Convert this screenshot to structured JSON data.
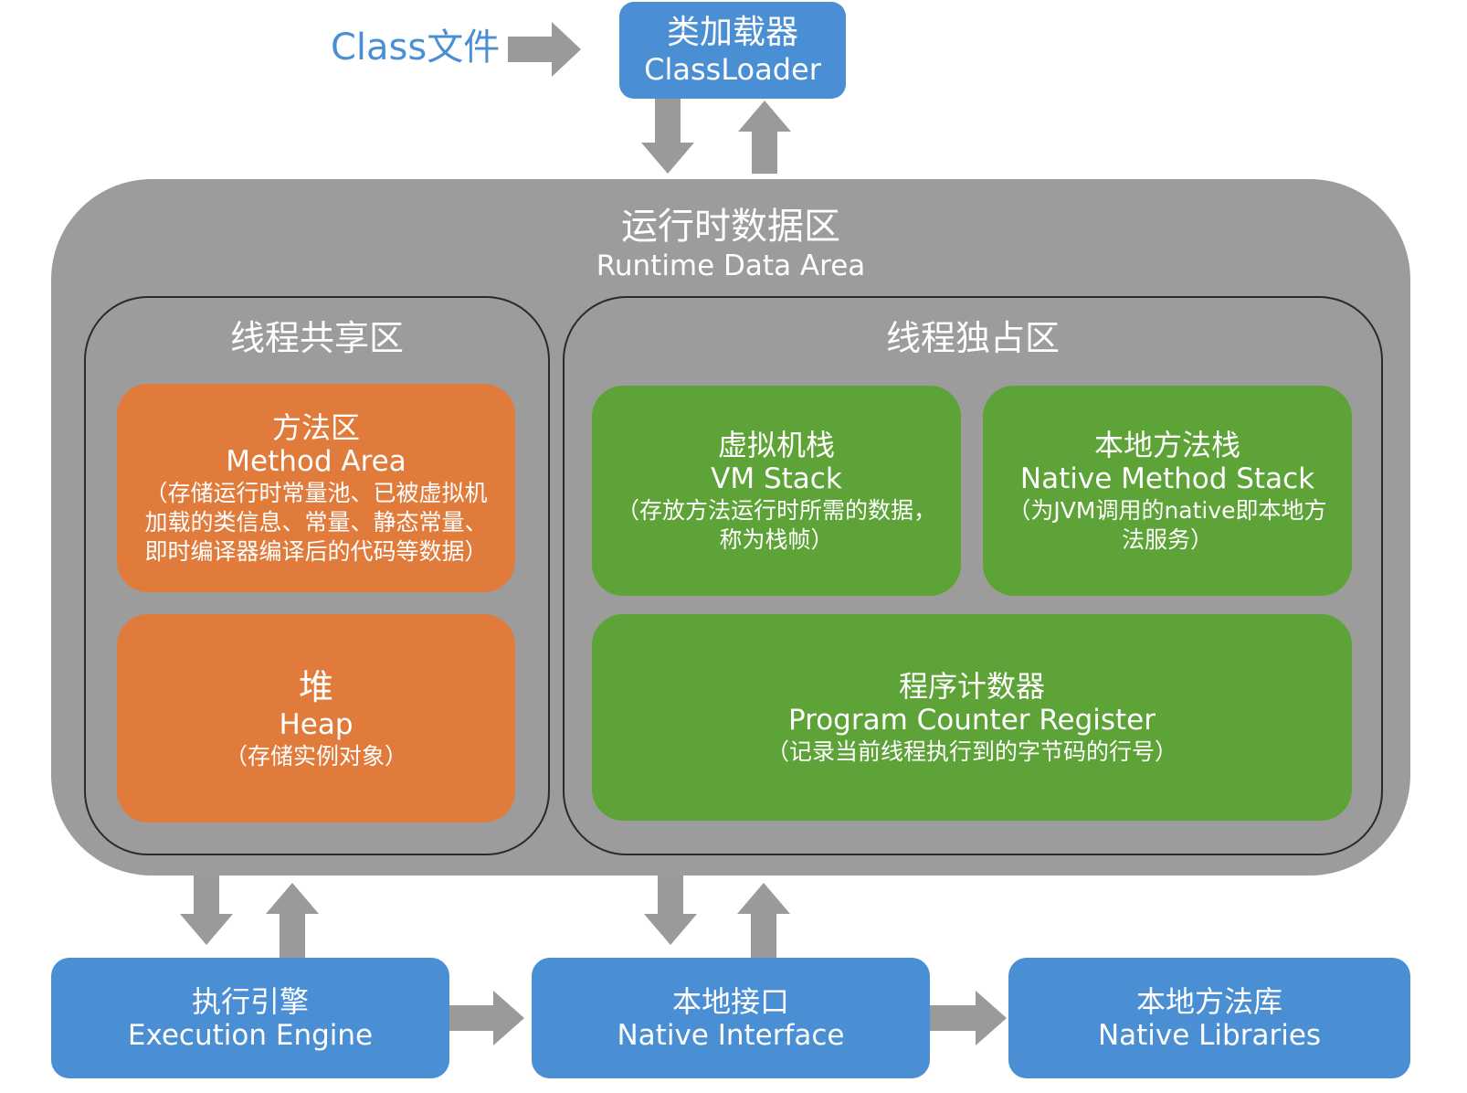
{
  "class_file": "Class文件",
  "class_loader": {
    "cn": "类加载器",
    "en": "ClassLoader"
  },
  "runtime_area": {
    "cn": "运行时数据区",
    "en": "Runtime Data Area"
  },
  "shared_region": {
    "title": "线程共享区"
  },
  "private_region": {
    "title": "线程独占区"
  },
  "method_area": {
    "cn": "方法区",
    "en": "Method Area",
    "desc": "（存储运行时常量池、已被虚拟机加载的类信息、常量、静态常量、即时编译器编译后的代码等数据）"
  },
  "heap": {
    "cn": "堆",
    "en": "Heap",
    "desc": "（存储实例对象）"
  },
  "vm_stack": {
    "cn": "虚拟机栈",
    "en": "VM Stack",
    "desc": "（存放方法运行时所需的数据，称为栈帧）"
  },
  "native_method_stack": {
    "cn": "本地方法栈",
    "en": "Native Method Stack",
    "desc": "（为JVM调用的native即本地方法服务）"
  },
  "pc_register": {
    "cn": "程序计数器",
    "en": "Program Counter Register",
    "desc": "（记录当前线程执行到的字节码的行号）"
  },
  "execution_engine": {
    "cn": "执行引擎",
    "en": "Execution Engine"
  },
  "native_interface": {
    "cn": "本地接口",
    "en": "Native Interface"
  },
  "native_libraries": {
    "cn": "本地方法库",
    "en": "Native Libraries"
  },
  "colors": {
    "blue": "#4a8fd4",
    "orange": "#e07b3c",
    "green": "#5ea338",
    "gray": "#9c9c9c",
    "arrow": "#9a9a9a"
  }
}
